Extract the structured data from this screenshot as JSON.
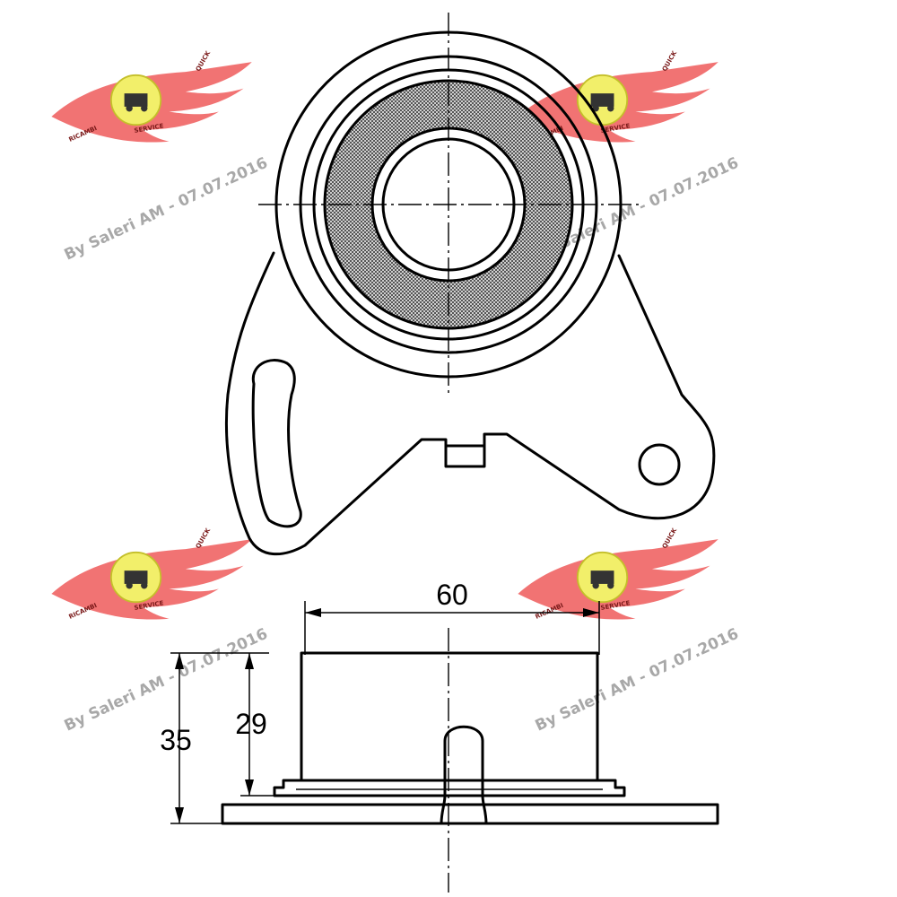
{
  "dimensions": {
    "width_label": "60",
    "height_outer_label": "35",
    "height_inner_label": "29"
  },
  "watermark": {
    "text": "By Saleri AM - 07.07.2016",
    "logo_words": [
      "RICAMBI",
      "SERVICE",
      "QUICK"
    ],
    "wing_color": "#ee5a5a",
    "badge_color": "#f2ef6a"
  },
  "colors": {
    "line": "#000000",
    "bearing_hatch": "#555555",
    "background": "#ffffff"
  }
}
